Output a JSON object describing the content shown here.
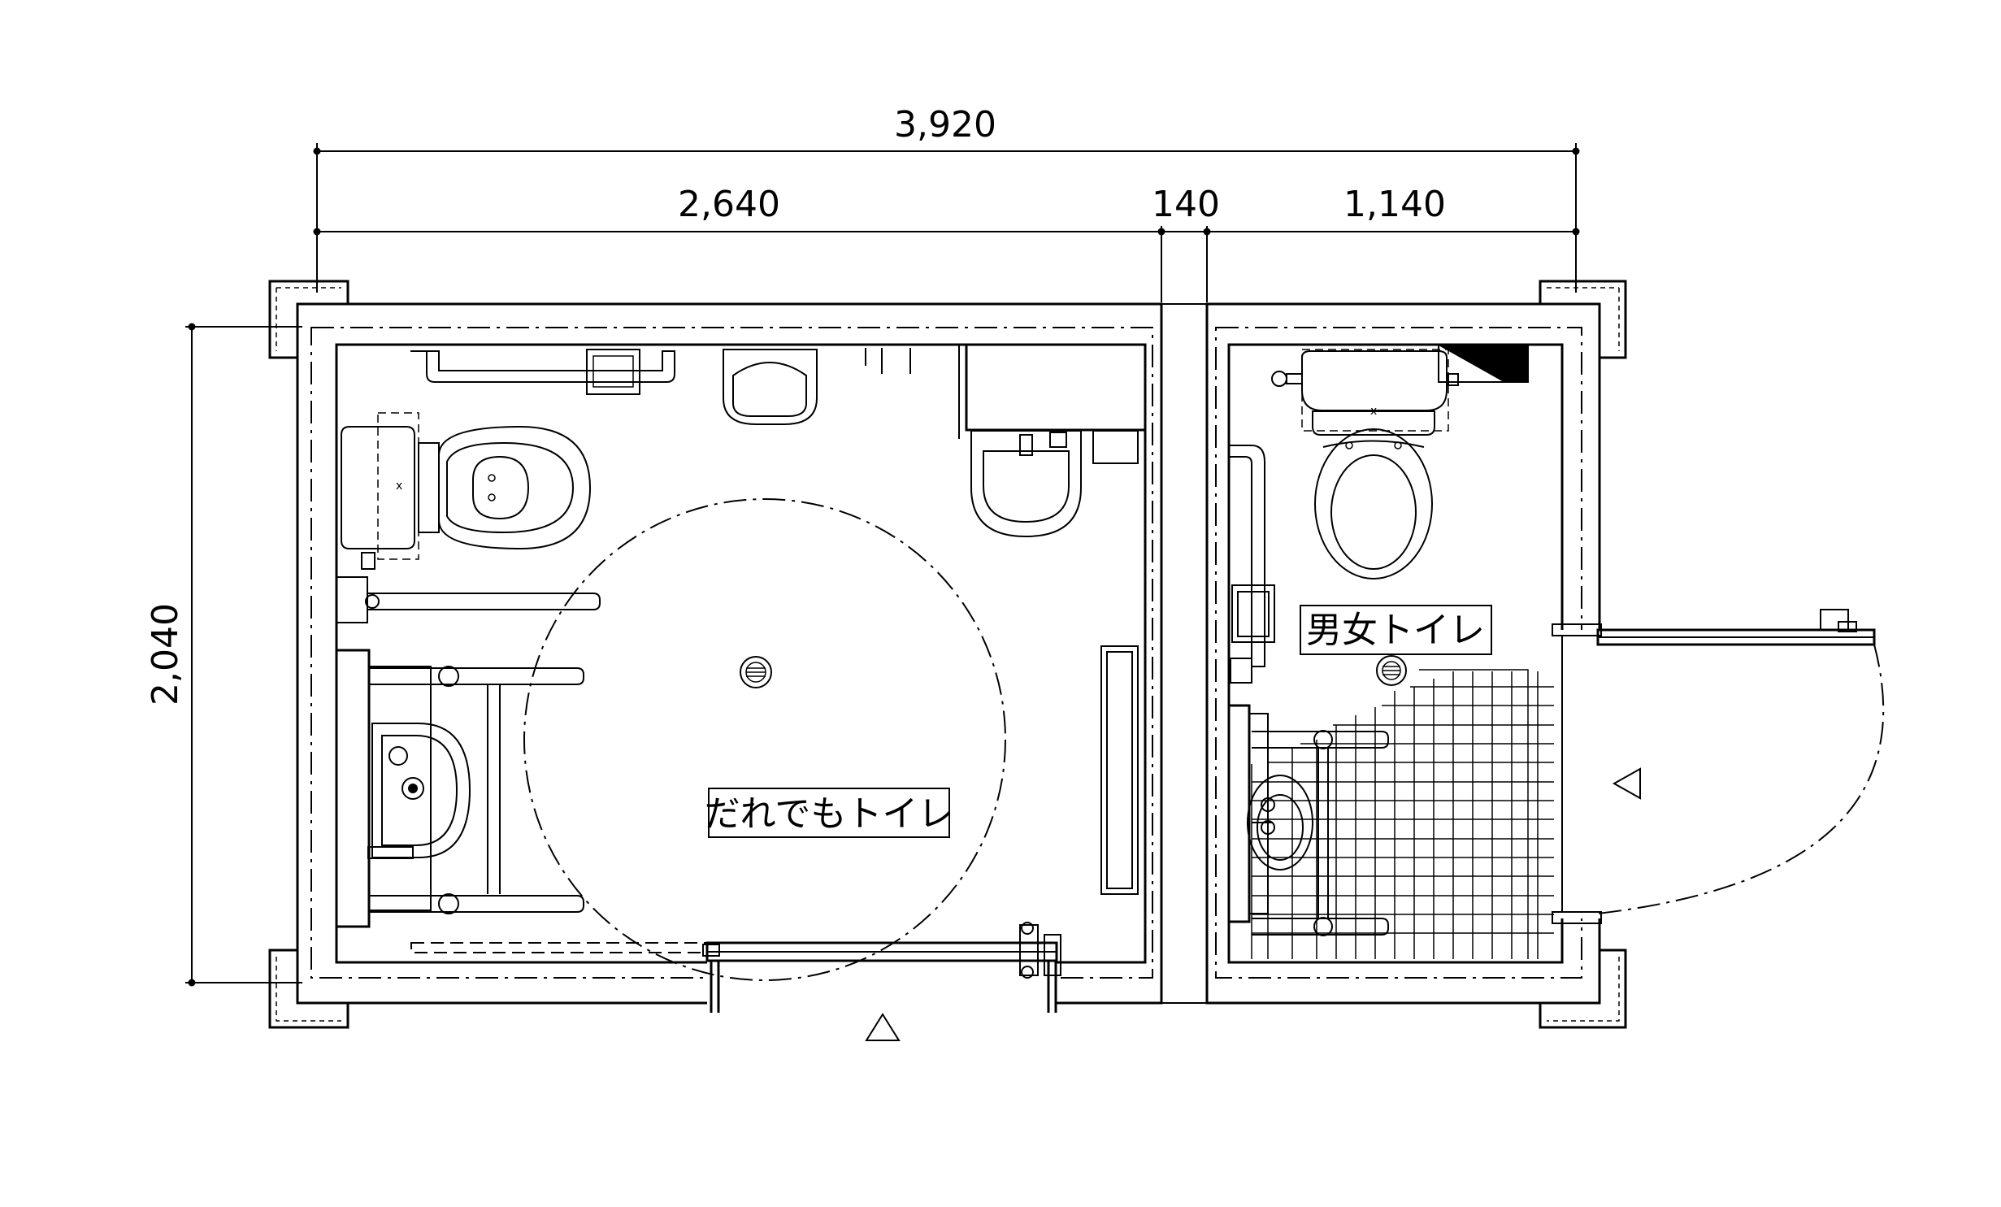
{
  "dimensions": {
    "overall_width": "3,920",
    "left_room_width": "2,640",
    "wall_width": "140",
    "right_room_width": "1,140",
    "height": "2,040"
  },
  "rooms": {
    "left": {
      "label": "だれでもトイレ"
    },
    "right": {
      "label": "男女トイレ"
    }
  },
  "colors": {
    "line": "#000000",
    "background": "#ffffff"
  }
}
